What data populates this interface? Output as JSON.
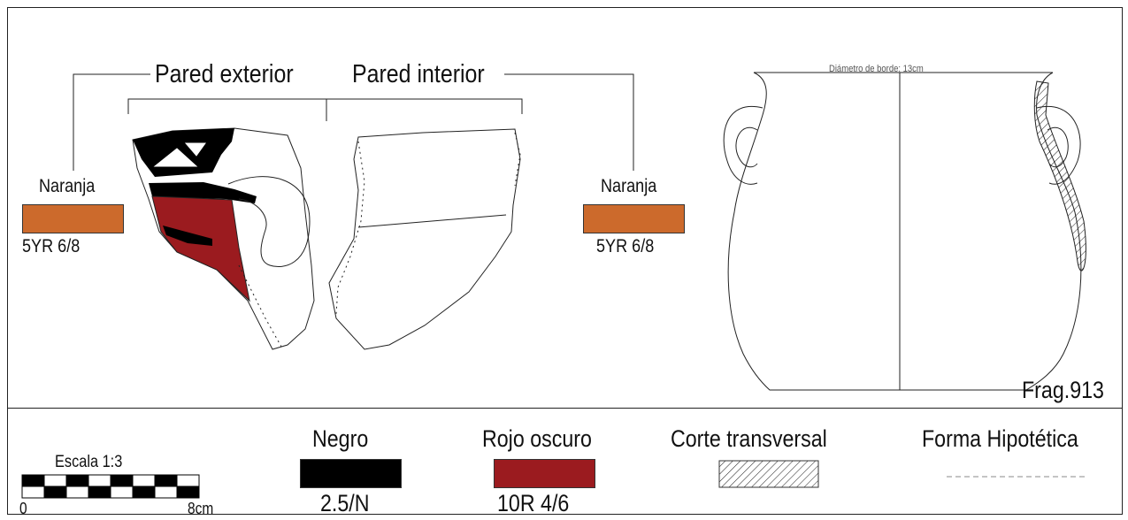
{
  "labels": {
    "pared_exterior": "Pared exterior",
    "pared_interior": "Pared interior",
    "diametro": "Diámetro de borde: 13cm",
    "frag": "Frag.913",
    "left_color_name": "Naranja",
    "left_color_code": "5YR 6/8",
    "right_color_name": "Naranja",
    "right_color_code": "5YR 6/8"
  },
  "legend": {
    "escala": "Escala 1:3",
    "scale_start": "0",
    "scale_end": "8cm",
    "negro": "Negro",
    "negro_code": "2.5/N",
    "rojo": "Rojo oscuro",
    "rojo_code": "10R 4/6",
    "corte": "Corte transversal",
    "forma": "Forma Hipotética"
  },
  "colors": {
    "naranja": "#cc6a2c",
    "negro": "#000000",
    "rojo_oscuro": "#9b1b1f",
    "line": "#222222"
  }
}
